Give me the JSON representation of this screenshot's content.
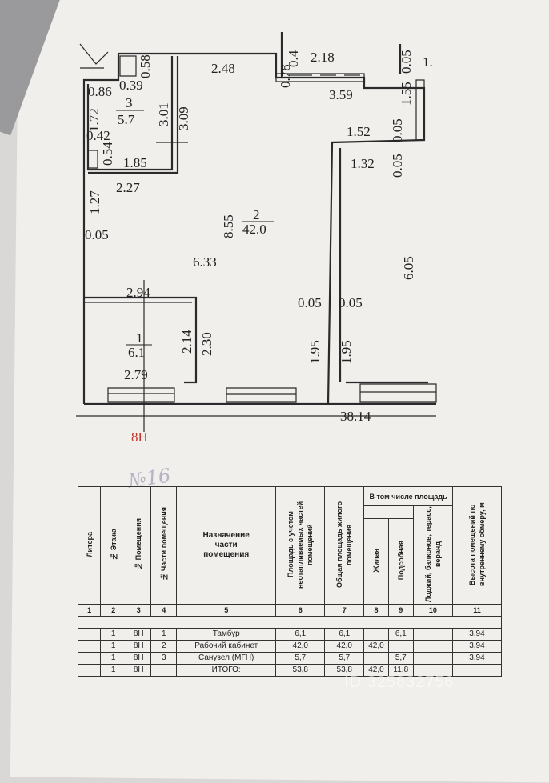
{
  "plan": {
    "dims": {
      "d248": "2.48",
      "d078": "0.78",
      "d04": "0.4",
      "d218": "2.18",
      "d005a": "0.05",
      "d1": "1.",
      "d058": "0.58",
      "d086": "0.86",
      "d039": "0.39",
      "d172": "1.72",
      "d301": "3.01",
      "d309": "3.09",
      "d042": "0.42",
      "d054": "0.54",
      "d185": "1.85",
      "d227": "2.27",
      "d127": "1.27",
      "d005b": "0.05",
      "d359": "3.59",
      "d155": "1.55",
      "d152": "1.52",
      "d005c": "0.05",
      "d132": "1.32",
      "d005d": "0.05",
      "d855": "8.55",
      "d633": "6.33",
      "d605": "6.05",
      "d294": "2.94",
      "d005e": "0.05",
      "d005f": "0.05",
      "d214": "2.14",
      "d230": "2.30",
      "d195a": "1.95",
      "d195b": "1.95",
      "d279": "2.79",
      "d3814": "38.14"
    },
    "rooms": [
      {
        "num": "3",
        "area": "5.7"
      },
      {
        "num": "2",
        "area": "42.0"
      },
      {
        "num": "1",
        "area": "6.1"
      }
    ],
    "premise_label": "8Н",
    "handwritten_note": "№16"
  },
  "table": {
    "headers": {
      "c1": "Литера",
      "c2": "№ Этажа",
      "c3": "№ Помещения",
      "c4": "№ Части помещения",
      "c5": "Назначение части помещения",
      "c6": "Площадь с учетом неотапливаемых частей помещений",
      "c7": "Общая площадь жилого помещения",
      "group": "В том числе площадь",
      "c8": "Жилая",
      "c9": "Подсобная",
      "c10": "Лоджий, балконов, терасс, веранд",
      "c11": "Высота помещений по внутреннему обмеру, м"
    },
    "col_numbers": [
      "1",
      "2",
      "3",
      "4",
      "5",
      "6",
      "7",
      "8",
      "9",
      "10",
      "11"
    ],
    "rows": [
      [
        "",
        "1",
        "8Н",
        "1",
        "Тамбур",
        "6,1",
        "6,1",
        "",
        "6,1",
        "",
        "3,94"
      ],
      [
        "",
        "1",
        "8Н",
        "2",
        "Рабочий кабинет",
        "42,0",
        "42,0",
        "42,0",
        "",
        "",
        "3,94"
      ],
      [
        "",
        "1",
        "8Н",
        "3",
        "Санузел (МГН)",
        "5,7",
        "5,7",
        "",
        "5,7",
        "",
        "3,94"
      ],
      [
        "",
        "1",
        "8Н",
        "",
        "ИТОГО:",
        "53,8",
        "53,8",
        "42,0",
        "11,8",
        "",
        ""
      ]
    ]
  },
  "watermark": "ID 325832756",
  "colors": {
    "premise_label": "#c0392b",
    "ink": "#222222"
  }
}
